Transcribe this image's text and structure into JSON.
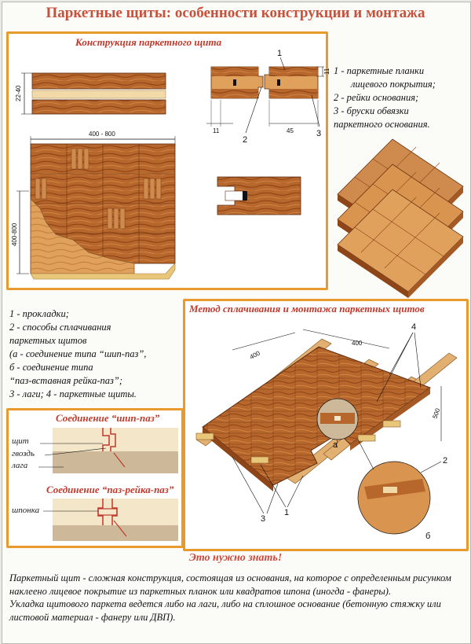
{
  "title": "Паркетные щиты: особенности конструкции и монтажа",
  "construction": {
    "heading": "Конструкция паркетного щита",
    "dim_height": "22-40",
    "dim_width_top": "400 - 800",
    "dim_width_side": "400-800",
    "dim_11_bottom": "11",
    "dim_11_side": "11",
    "dim_45": "45",
    "callout_1": "1",
    "callout_2": "2",
    "callout_3": "3",
    "legend": [
      "1 - паркетные планки",
      "лицевого покрытия;",
      "2 - рейки основания;",
      "3 - бруски обвязки",
      "паркетного основания."
    ]
  },
  "mounting_legend": [
    "1 - прокладки;",
    "2 - способы сплачивания",
    "паркетных щитов",
    "(а - соединение типа “шип-паз”,",
    "б - соединение типа",
    "“паз-вставная рейка-паз”;",
    "3 - лаги; 4 - паркетные щиты."
  ],
  "joints": {
    "tongue_heading": "Соединение “шип-паз”",
    "spline_heading": "Соединение “паз-рейка-паз”",
    "label_shield": "щит",
    "label_nail": "гвоздь",
    "label_joist": "лага",
    "label_key": "шпонка"
  },
  "method": {
    "heading": "Метод сплачивания и монтажа паркетных щитов",
    "dim_400_left": "400",
    "dim_400_top": "400",
    "dim_500": "500",
    "label_4": "4",
    "label_a": "а",
    "label_2": "2",
    "label_3": "3",
    "label_1": "1",
    "label_b": "б"
  },
  "know_heading": "Это нужно знать!",
  "paragraphs": [
    "Паркетный щит  - сложная конструкция, состоящая из основания, на которое с определенным рисунком наклеено лицевое покрытие из паркетных планок или квадратов шпона (иногда - фанеры).",
    "Укладка щитового паркета ведется либо на лаги, либо на сплошное основание (бетонную стяжку или листовой материал - фанеру или ДВП)."
  ],
  "colors": {
    "accent": "#e89a2c",
    "title": "#c8513b",
    "heading": "#c0392b",
    "wood_dark": "#9c4a1c",
    "wood_light": "#d9894a",
    "base": "#e9c77a"
  }
}
